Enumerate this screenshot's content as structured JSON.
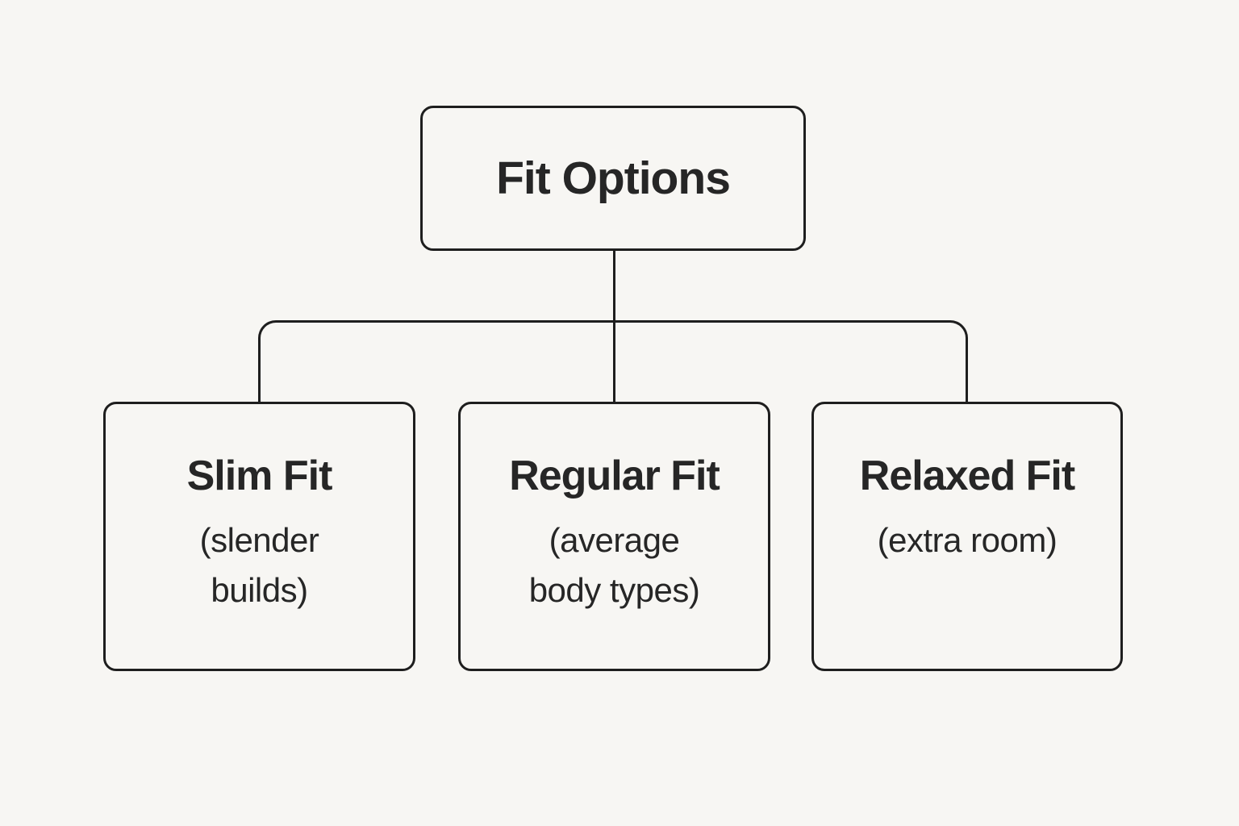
{
  "diagram": {
    "type": "tree",
    "root": {
      "title": "Fit Options"
    },
    "children": [
      {
        "title": "Slim Fit",
        "subtitle": "(slender\nbuilds)"
      },
      {
        "title": "Regular Fit",
        "subtitle": "(average\nbody types)"
      },
      {
        "title": "Relaxed Fit",
        "subtitle": "(extra room)"
      }
    ],
    "colors": {
      "background": "#f7f6f3",
      "line": "#1e1e1e",
      "text": "#262626"
    }
  }
}
